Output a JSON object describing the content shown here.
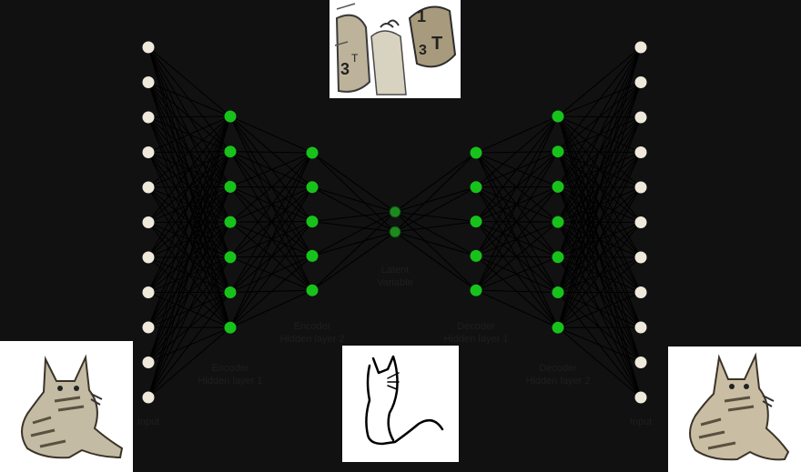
{
  "diagram": {
    "background": "#111111",
    "node_colors": {
      "input": "#efe9dc",
      "hidden": "#17c21b",
      "latent": "#1d8a1d"
    },
    "edge_color": "#000000",
    "layers": [
      {
        "id": "input_left",
        "count": 11,
        "color_key": "input"
      },
      {
        "id": "encoder_hidden_1",
        "count": 7,
        "color_key": "hidden"
      },
      {
        "id": "encoder_hidden_2",
        "count": 5,
        "color_key": "hidden"
      },
      {
        "id": "latent",
        "count": 2,
        "color_key": "latent"
      },
      {
        "id": "decoder_hidden_1",
        "count": 5,
        "color_key": "hidden"
      },
      {
        "id": "decoder_hidden_2",
        "count": 7,
        "color_key": "hidden"
      },
      {
        "id": "input_right",
        "count": 11,
        "color_key": "input"
      }
    ]
  },
  "labels": {
    "input_left": "Input",
    "encoder_hidden_1": "Encoder\nHidden layer 1",
    "encoder_hidden_2": "Encoder\nHidden layer 2",
    "latent": "Latent\nVariable",
    "decoder_hidden_1": "Decoder\nHidden layer 1",
    "decoder_hidden_2": "Decoder\nHidden layer 2",
    "input_right": "Input"
  },
  "images": {
    "input_cat": "cat-photo-illustration",
    "output_cat": "cat-photo-illustration",
    "latent_sketch": "cat-line-sketch",
    "top_sketch": "hand-and-numbers-sketch"
  }
}
